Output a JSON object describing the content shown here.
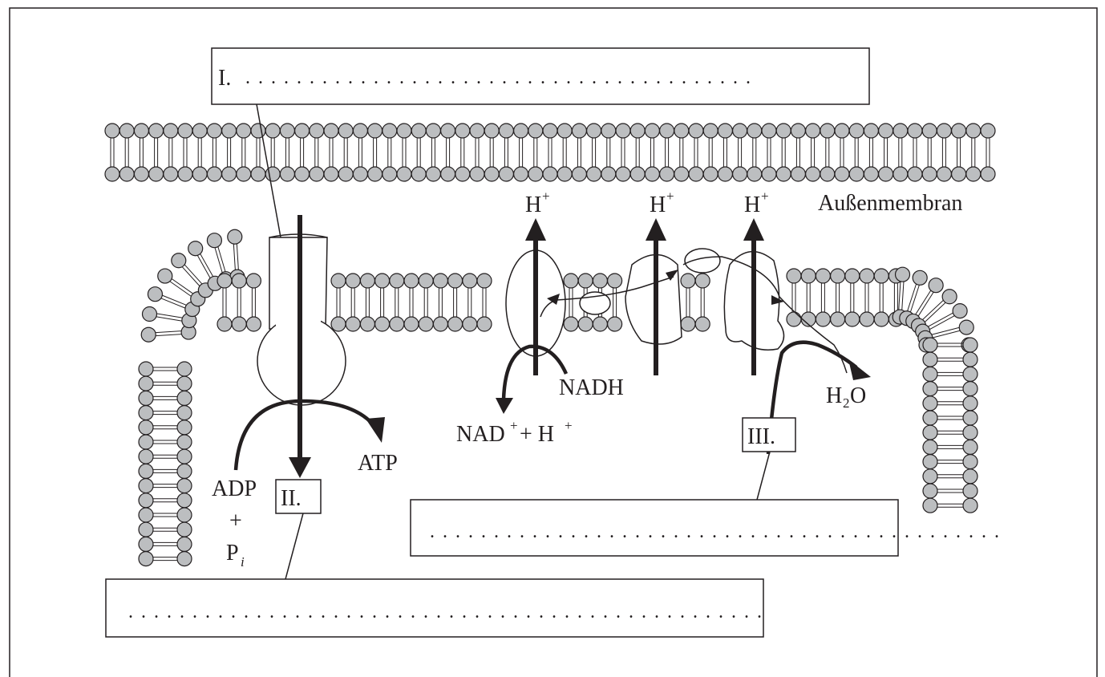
{
  "labels": {
    "box_i_number": "I.",
    "box_ii_number": "II.",
    "box_iii_number": "III.",
    "outer_membrane": "Außenmembran",
    "h_plus_1": "H",
    "h_plus_2": "H",
    "h_plus_3": "H",
    "plus_sign": "+",
    "nadh": "NADH",
    "nad_plus_h": "NAD",
    "nad_plus_h_mid": "+ H",
    "h2o_h": "H",
    "h2o_sub": "2",
    "h2o_o": "O",
    "atp": "ATP",
    "adp": "ADP",
    "adp_plus": "+",
    "pi_p": "P",
    "pi_sub": "i"
  },
  "answer_fields": {
    "field_i": ". . . . . . . . . . . . . . . . . . . . . . . . . . . . . . . . . . . . . . . .",
    "field_ii": ". . . . . . . . . . . . . . . . . . . . . . . . . . . . . . . . . . . . . . . . . . . . . . . . . .",
    "field_iii": ". . . . . . . . . . . . . . . . . . . . . . . . . . . . . . . . . . . . . . . . . . . . ."
  },
  "colors": {
    "line": "#231f20",
    "lipid_head_fill": "#bcbec0",
    "background": "#ffffff"
  }
}
